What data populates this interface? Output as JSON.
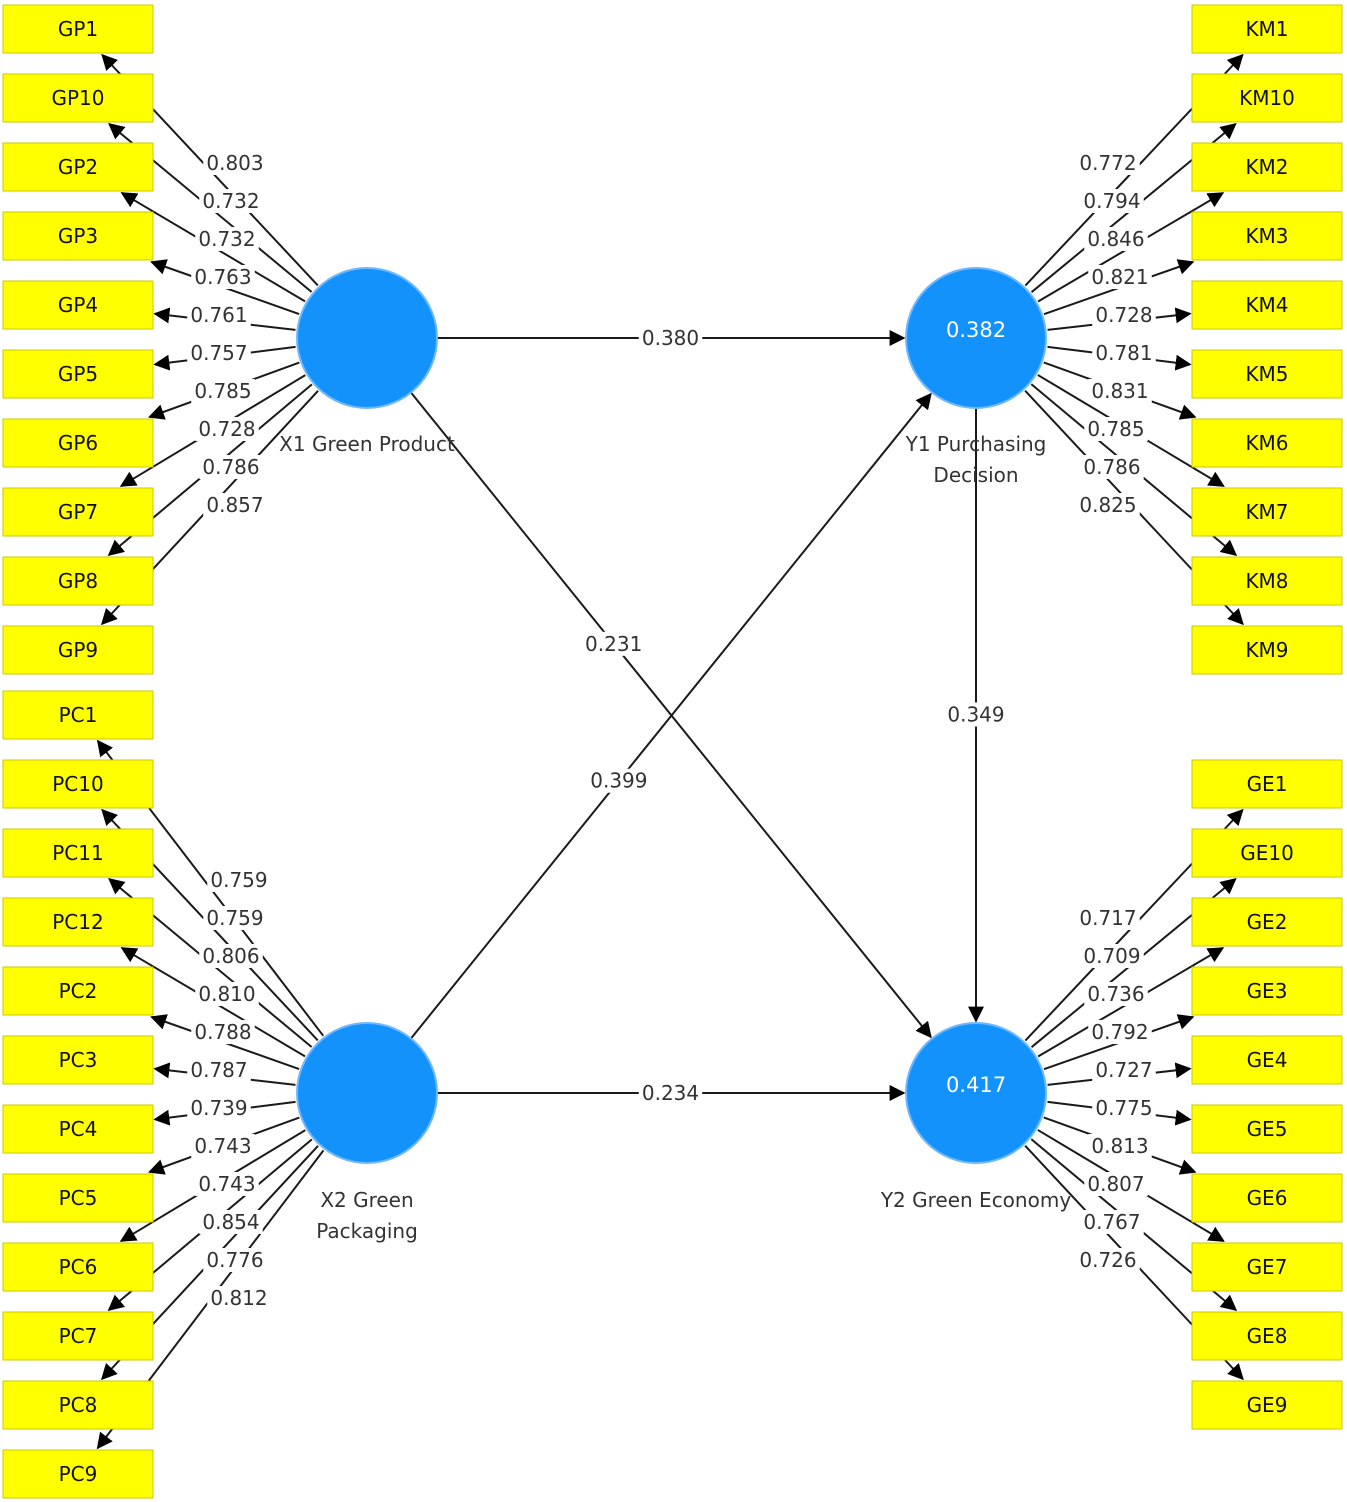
{
  "colors": {
    "construct_fill": "#1492fc",
    "indicator_fill": "#ffff00",
    "edge": "#1a1a1a",
    "background": "#ffffff"
  },
  "chart_data": {
    "type": "diagram",
    "title": "",
    "constructs": [
      {
        "id": "X1",
        "label_lines": [
          "X1 Green Product"
        ],
        "r2": null,
        "side": "left",
        "indicators": [
          "GP1",
          "GP10",
          "GP2",
          "GP3",
          "GP4",
          "GP5",
          "GP6",
          "GP7",
          "GP8",
          "GP9"
        ],
        "loadings": [
          0.803,
          0.732,
          0.732,
          0.763,
          0.761,
          0.757,
          0.785,
          0.728,
          0.786,
          0.857
        ]
      },
      {
        "id": "X2",
        "label_lines": [
          "X2 Green",
          "Packaging"
        ],
        "r2": null,
        "side": "left",
        "indicators": [
          "PC1",
          "PC10",
          "PC11",
          "PC12",
          "PC2",
          "PC3",
          "PC4",
          "PC5",
          "PC6",
          "PC7",
          "PC8",
          "PC9"
        ],
        "loadings": [
          0.759,
          0.759,
          0.806,
          0.81,
          0.788,
          0.787,
          0.739,
          0.743,
          0.743,
          0.854,
          0.776,
          0.812
        ]
      },
      {
        "id": "Y1",
        "label_lines": [
          "Y1 Purchasing",
          "Decision"
        ],
        "r2": "0.382",
        "side": "right",
        "indicators": [
          "KM1",
          "KM10",
          "KM2",
          "KM3",
          "KM4",
          "KM5",
          "KM6",
          "KM7",
          "KM8",
          "KM9"
        ],
        "loadings": [
          0.772,
          0.794,
          0.846,
          0.821,
          0.728,
          0.781,
          0.831,
          0.785,
          0.786,
          0.825
        ]
      },
      {
        "id": "Y2",
        "label_lines": [
          "Y2 Green Economy"
        ],
        "r2": "0.417",
        "side": "right",
        "indicators": [
          "GE1",
          "GE10",
          "GE2",
          "GE3",
          "GE4",
          "GE5",
          "GE6",
          "GE7",
          "GE8",
          "GE9"
        ],
        "loadings": [
          0.717,
          0.709,
          0.736,
          0.792,
          0.727,
          0.775,
          0.813,
          0.807,
          0.767,
          0.726
        ]
      }
    ],
    "paths": [
      {
        "from": "X1",
        "to": "Y1",
        "coefficient": "0.380"
      },
      {
        "from": "X1",
        "to": "Y2",
        "coefficient": "0.231"
      },
      {
        "from": "X2",
        "to": "Y1",
        "coefficient": "0.399"
      },
      {
        "from": "X2",
        "to": "Y2",
        "coefficient": "0.234"
      },
      {
        "from": "Y1",
        "to": "Y2",
        "coefficient": "0.349"
      }
    ]
  }
}
